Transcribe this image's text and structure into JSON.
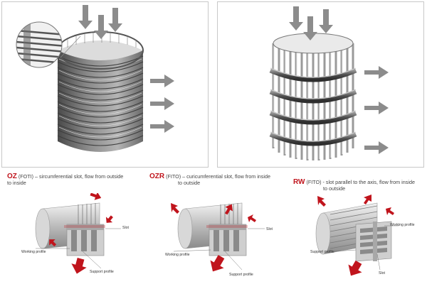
{
  "colors": {
    "accent_red": "#c0141c",
    "arrow_gray": "#8c8c8c",
    "wire_dark": "#5a5a5a",
    "wire_light": "#cfcfcf",
    "panel_border": "#c8c8c8"
  },
  "icons": [
    "flow-arrow-icon",
    "zoom-circle-icon"
  ],
  "variants": [
    {
      "code": "OZ",
      "sub": "(FOTI)",
      "desc": " – sircumferential slot, flow from outside",
      "desc2": "to inside",
      "labels": {
        "slot": "Slot",
        "working": "Working profile",
        "support": "Support profile"
      }
    },
    {
      "code": "OZR",
      "sub": "(FITO)",
      "desc": " – curicumferential slot, flow from inside",
      "desc2": "to outside",
      "labels": {
        "slot": "Slot",
        "working": "Working profile",
        "support": "Support profile"
      }
    },
    {
      "code": "RW",
      "sub": "(FITO)",
      "desc": " - slot parallel to the axis, flow from inside",
      "desc2": "to outside",
      "labels": {
        "working": "Working profile",
        "support": "Support profile",
        "slot": "Slot"
      }
    }
  ]
}
